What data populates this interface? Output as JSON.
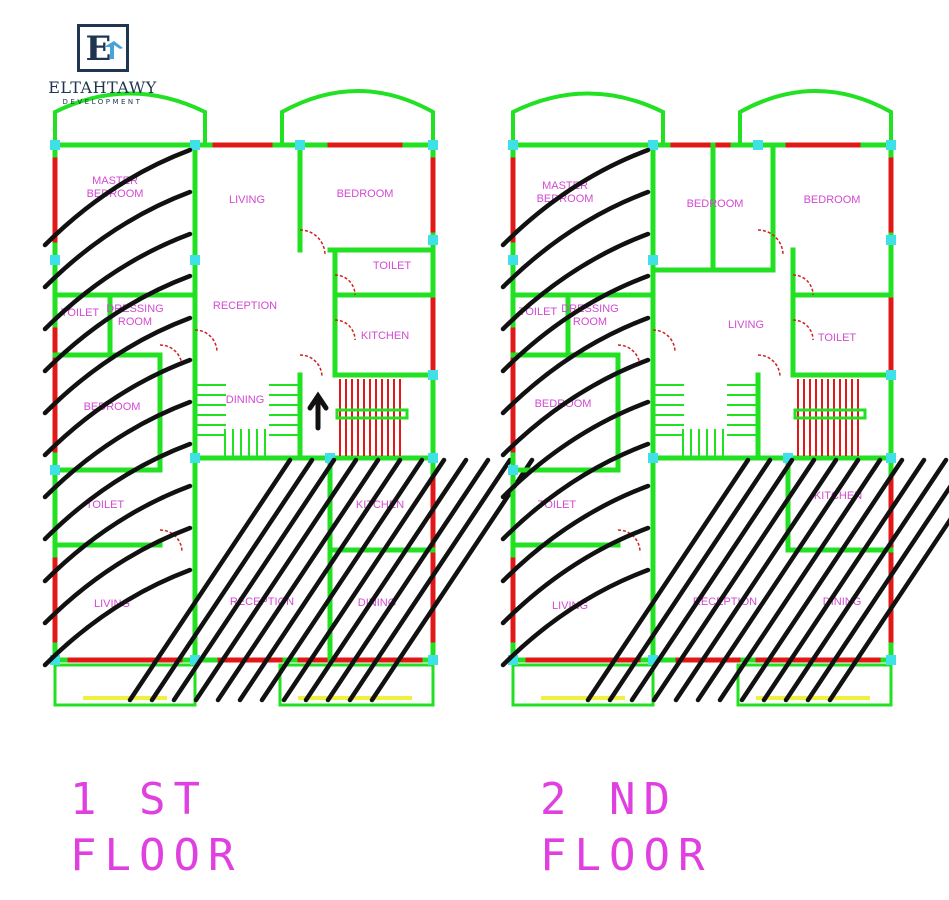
{
  "logo": {
    "initials": "ET",
    "name": "ELTAHTAWY",
    "tagline": "DEVELOPMENT",
    "color": "#1f3550",
    "accent": "#4aa3d8"
  },
  "colors": {
    "wall": "#22e022",
    "window": "#e01818",
    "column": "#3fe0e8",
    "door": "#d02020",
    "label": "#d24ad2",
    "scribble": "#111111",
    "balcony": "#f0f040"
  },
  "floors": [
    {
      "title_line1": "1 ST",
      "title_line2": "FLOOR",
      "rooms": [
        "MASTER BEDROOM",
        "LIVING",
        "BEDROOM",
        "TOILET",
        "RECEPTION",
        "TOILET",
        "DRESSING ROOM",
        "KITCHEN",
        "BEDROOM",
        "DINING",
        "TOILET",
        "KITCHEN",
        "LIVING",
        "RECEPTION",
        "DINING"
      ]
    },
    {
      "title_line1": "2 ND",
      "title_line2": "FLOOR",
      "rooms": [
        "MASTER BEDROOM",
        "BEDROOM",
        "BEDROOM",
        "TOILET",
        "DRESSING ROOM",
        "LIVING",
        "TOILET",
        "BEDROOM",
        "TOILET",
        "KITCHEN",
        "LIVING",
        "RECEPTION",
        "DINING"
      ]
    }
  ]
}
